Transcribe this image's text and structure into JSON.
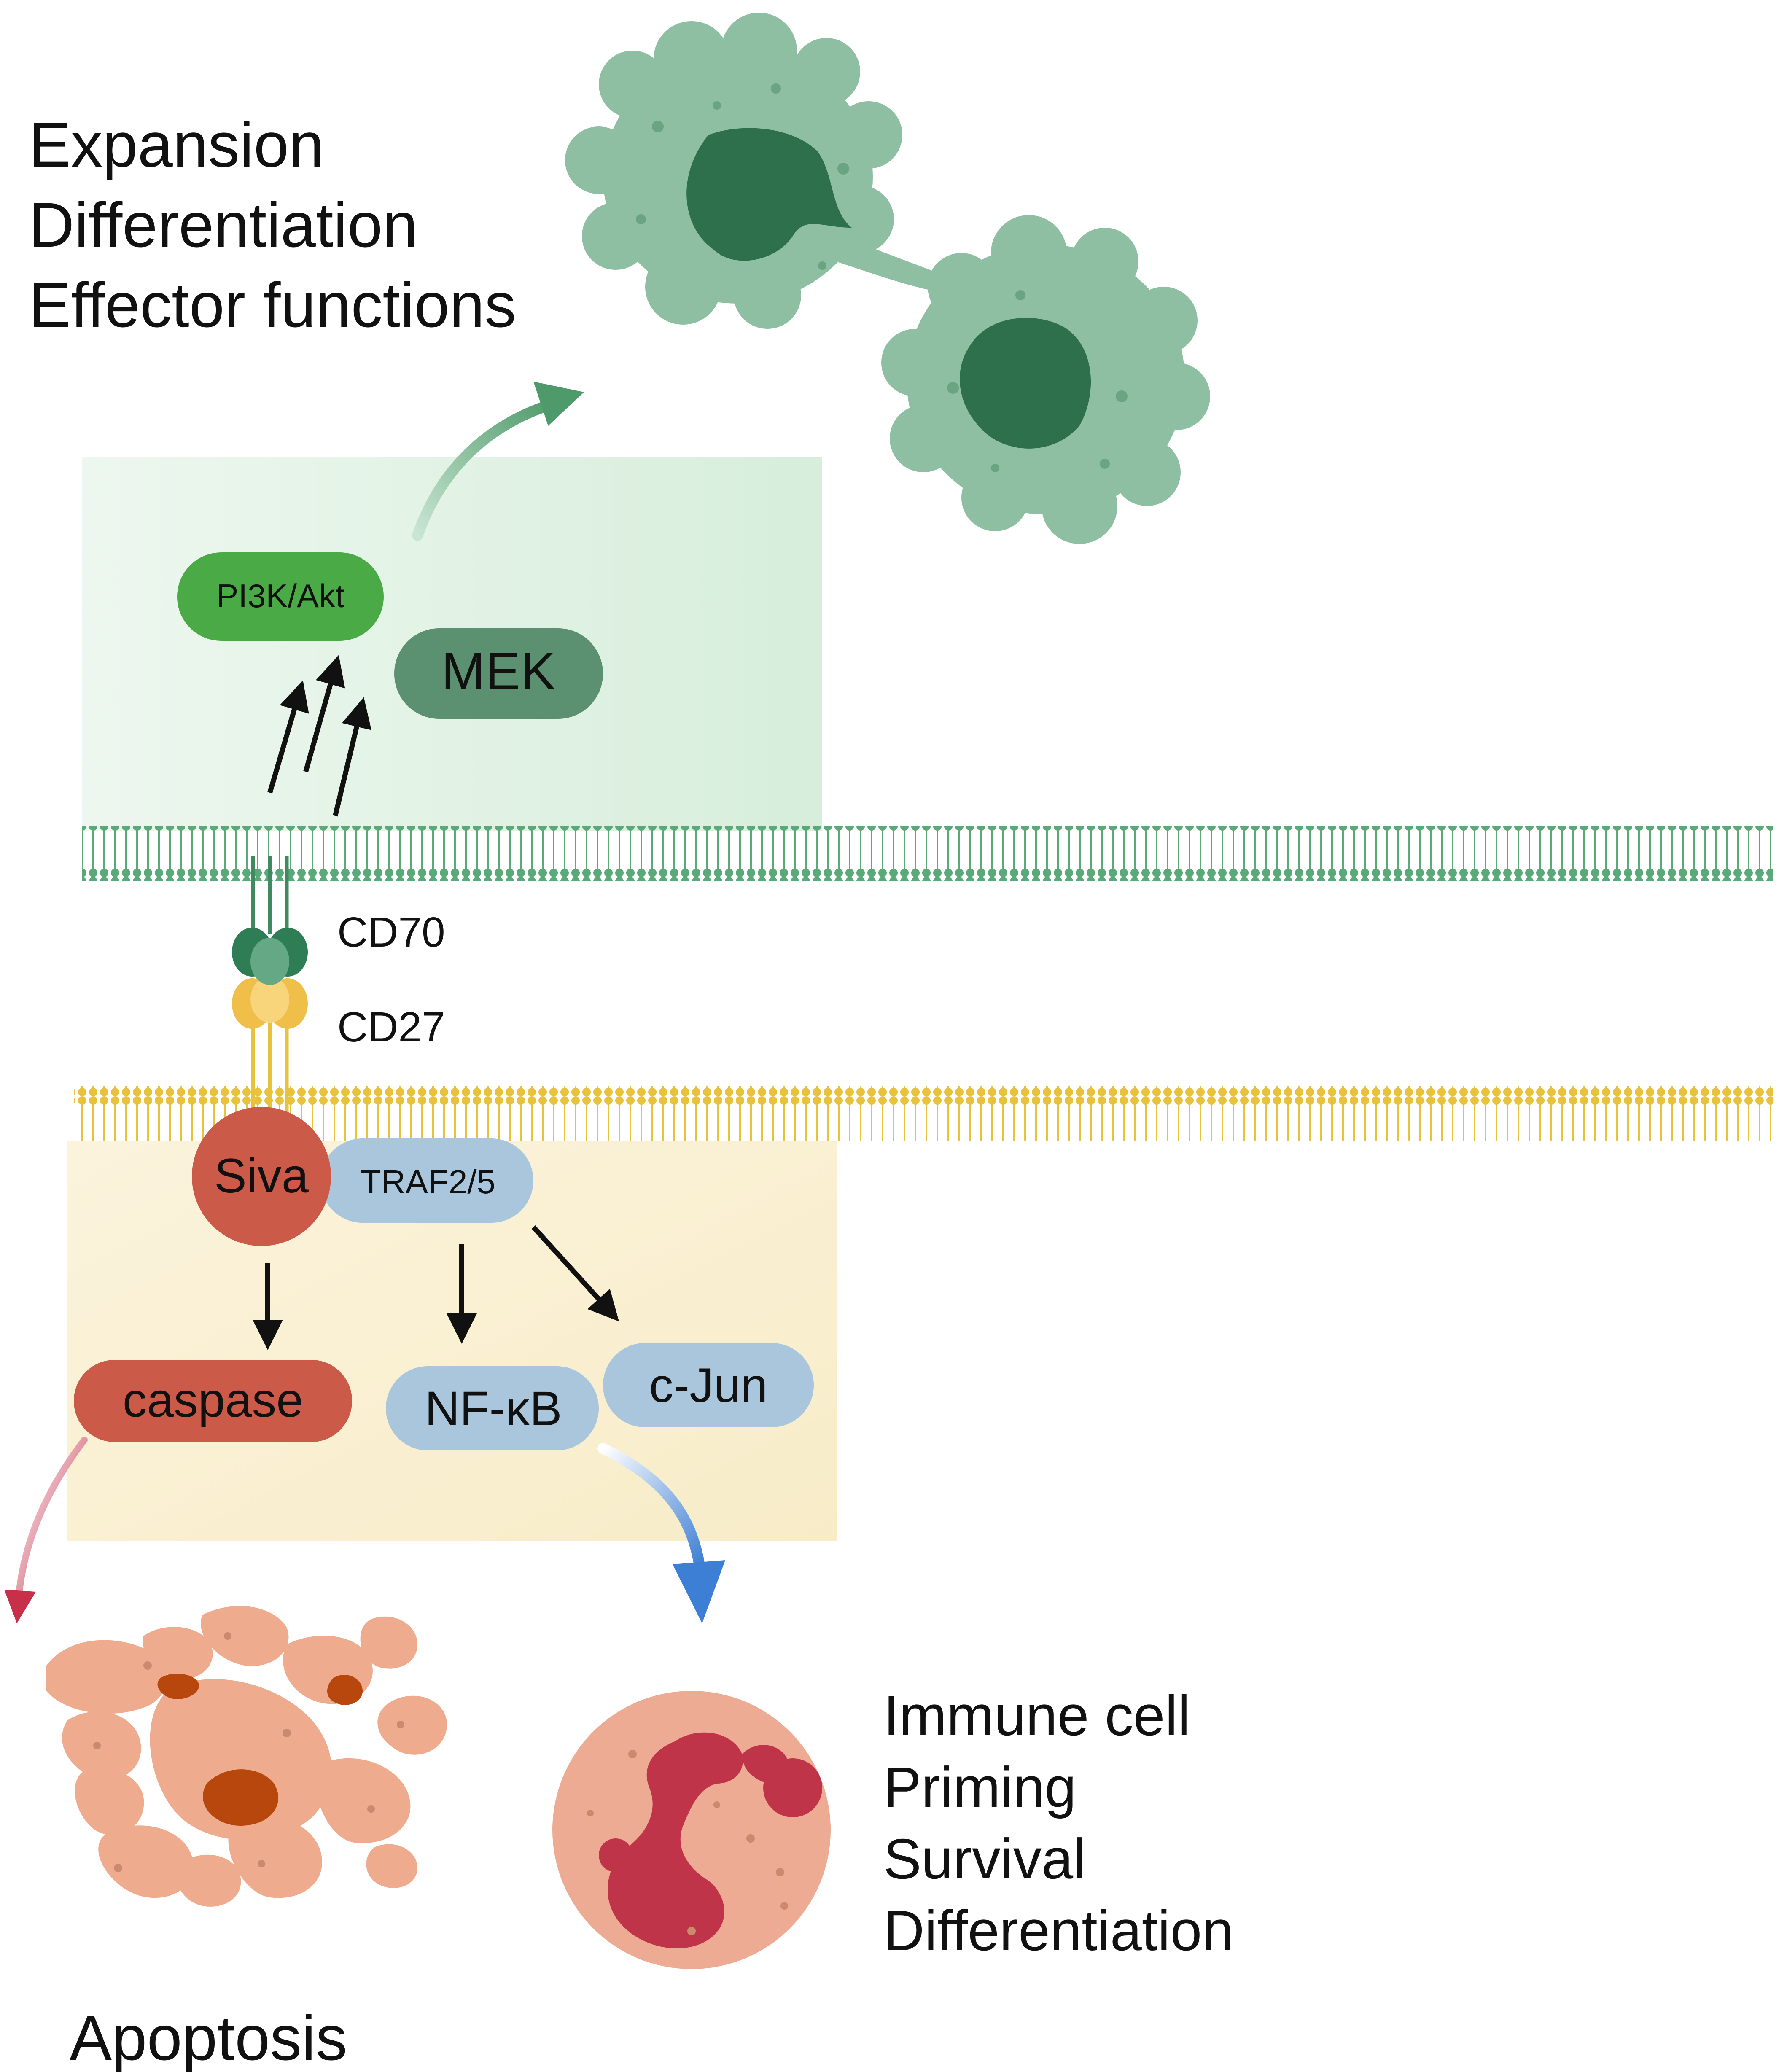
{
  "top_outcomes": [
    "Expansion",
    "Differentiation",
    "Effector functions"
  ],
  "nodes": {
    "pi3k": "PI3K/Akt",
    "mek": "MEK",
    "siva": "Siva",
    "traf": "TRAF2/5",
    "caspase": "caspase",
    "nfkb": "NF-κB",
    "cjun": "c-Jun"
  },
  "receptors": {
    "ligand": "CD70",
    "receptor": "CD27"
  },
  "bottom_left_outcome": "Apoptosis",
  "bottom_right_outcomes": [
    "Immune cell",
    "Priming",
    "Survival",
    "Differentiation"
  ],
  "colors": {
    "green_panel": "#d7eedb",
    "yellow_panel": "#faefd0",
    "green_membrane": "#5aa978",
    "yellow_membrane": "#e8c23a",
    "green_pill": "#4aaa45",
    "mek_pill": "#5b9170",
    "red_node": "#cc5a49",
    "blue_node": "#a9c6dc",
    "green_cell": "#8ebfa3",
    "green_nucleus": "#2e6f4c",
    "apoptotic_body": "#eeab8e",
    "apoptotic_fragment": "#b8470e",
    "immune_cell": "#ecab92",
    "immune_nucleus": "#c0344a",
    "red_arrow": "#c8304a",
    "blue_arrow": "#3d7fd4",
    "green_arrow": "#4f9a6a"
  }
}
